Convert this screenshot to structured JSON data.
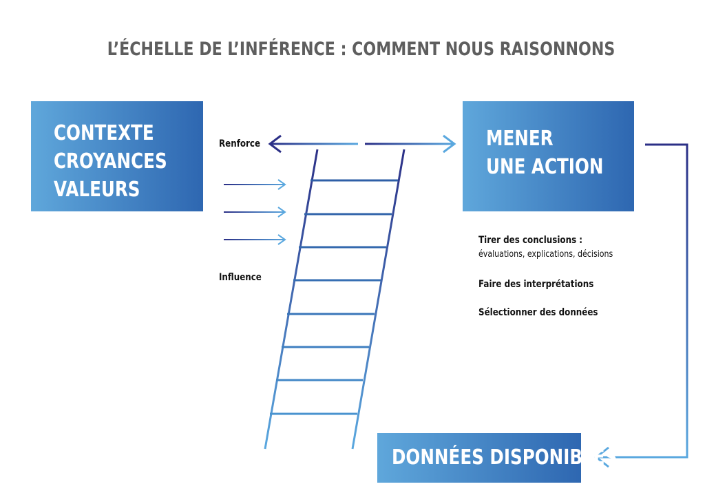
{
  "title": "L’ÉCHELLE DE L’INFÉRENCE : COMMENT NOUS RAISONNONS",
  "boxes": {
    "context": [
      "CONTEXTE",
      "CROYANCES",
      "VALEURS"
    ],
    "action": [
      "MENER",
      "UNE ACTION"
    ],
    "data": [
      "DONNÉES DISPONIBLES"
    ]
  },
  "labels": {
    "reinforce": "Renforce",
    "influence": "Influence"
  },
  "steps": {
    "conclusions_title": "Tirer des conclusions :",
    "conclusions_detail": "évaluations, explications, décisions",
    "interpretations": "Faire des interprétations",
    "selection": "Sélectionner des données"
  },
  "colors": {
    "title": "#5e5e5e",
    "gradient_light": "#5fa7db",
    "gradient_dark": "#2e67b1",
    "arrow_dark": "#2b2f86",
    "arrow_light": "#5aa8df"
  }
}
